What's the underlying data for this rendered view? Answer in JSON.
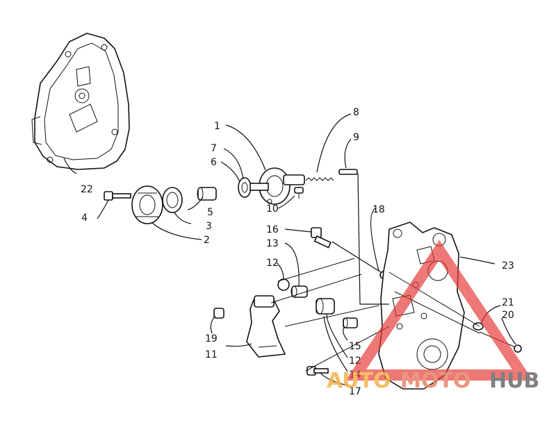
{
  "callouts": [
    "1",
    "2",
    "3",
    "4",
    "5",
    "6",
    "7",
    "8",
    "9",
    "10",
    "11",
    "12",
    "13",
    "14",
    "15",
    "16",
    "17",
    "18",
    "19",
    "20",
    "21",
    "22",
    "23",
    "12"
  ],
  "watermark": {
    "part1": "AUTO",
    "part2": "MOTO",
    "part3": "HUB",
    "triangle_color": "#e53935"
  }
}
